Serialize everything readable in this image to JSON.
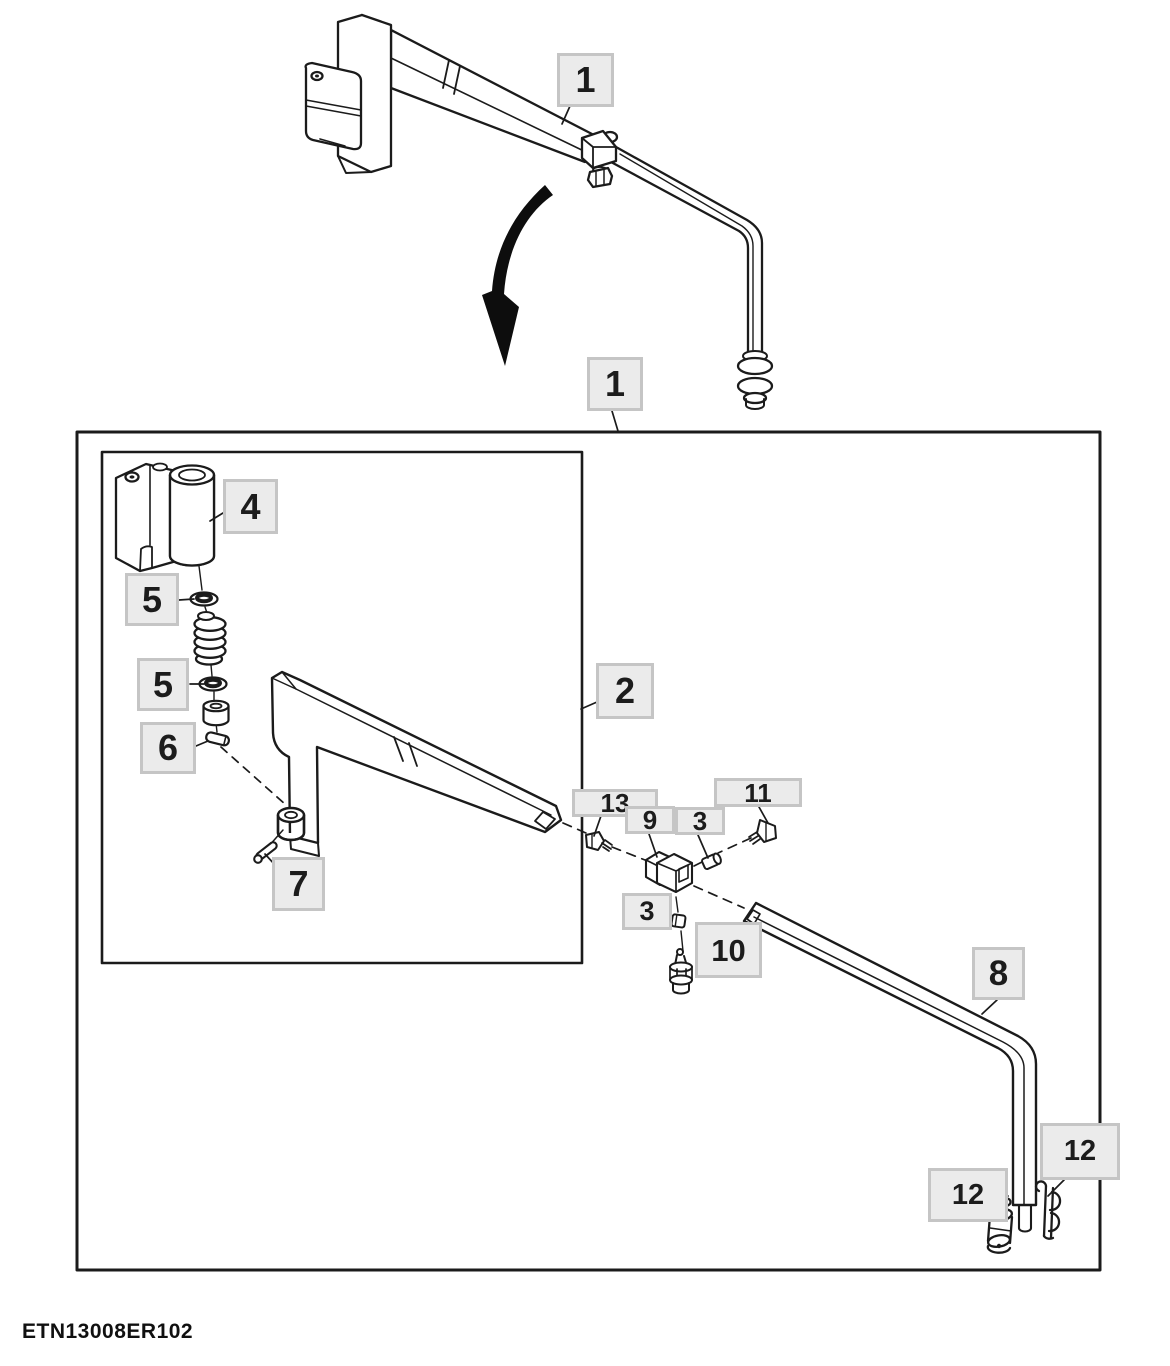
{
  "figure": {
    "code": "ETN13008ER102",
    "palette": {
      "line": "#1b1b1b",
      "callout_fill": "#ebebeb",
      "callout_border": "#c5c5c5",
      "text": "#1c1c1c",
      "background": "#ffffff"
    },
    "callouts": [
      {
        "id": "1-top",
        "label": "1"
      },
      {
        "id": "1-overview",
        "label": "1"
      },
      {
        "id": "4",
        "label": "4"
      },
      {
        "id": "5-upper",
        "label": "5"
      },
      {
        "id": "5-lower",
        "label": "5"
      },
      {
        "id": "6",
        "label": "6"
      },
      {
        "id": "7",
        "label": "7"
      },
      {
        "id": "2",
        "label": "2"
      },
      {
        "id": "13",
        "label": "13"
      },
      {
        "id": "9",
        "label": "9"
      },
      {
        "id": "3-upper",
        "label": "3"
      },
      {
        "id": "11",
        "label": "11"
      },
      {
        "id": "3-lower",
        "label": "3"
      },
      {
        "id": "10",
        "label": "10"
      },
      {
        "id": "8",
        "label": "8"
      },
      {
        "id": "12-left",
        "label": "12"
      },
      {
        "id": "12-right",
        "label": "12"
      }
    ]
  }
}
